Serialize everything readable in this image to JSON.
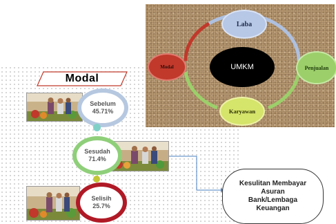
{
  "cycle": {
    "center": "UMKM",
    "nodes": {
      "laba": "Laba",
      "modal": "Modal",
      "penjualan": "Penjualan",
      "karyawan": "Karyawan"
    }
  },
  "modal_section": {
    "title": "Modal",
    "stats": {
      "sebelum": {
        "label": "Sebelum",
        "value": "45.71%"
      },
      "sesudah": {
        "label": "Sesudah",
        "value": "71.4%"
      },
      "selisih": {
        "label": "Selisih",
        "value": "25.7%"
      }
    }
  },
  "callout": {
    "text": "Kesulitan Membayar Asuran Bank/Lembaga Keuangan"
  },
  "colors": {
    "ring_arc_top": "#b7c7e6",
    "ring_arc_left": "#c0392b",
    "ring_arc_right": "#9ccf6a",
    "ring_arc_bottom": "#d5e46a",
    "sebelum_ring": "#b6c8e0",
    "sesudah_ring": "#8fcf7a",
    "selisih_ring": "#b01a26",
    "connector": "#4a7fc1"
  }
}
